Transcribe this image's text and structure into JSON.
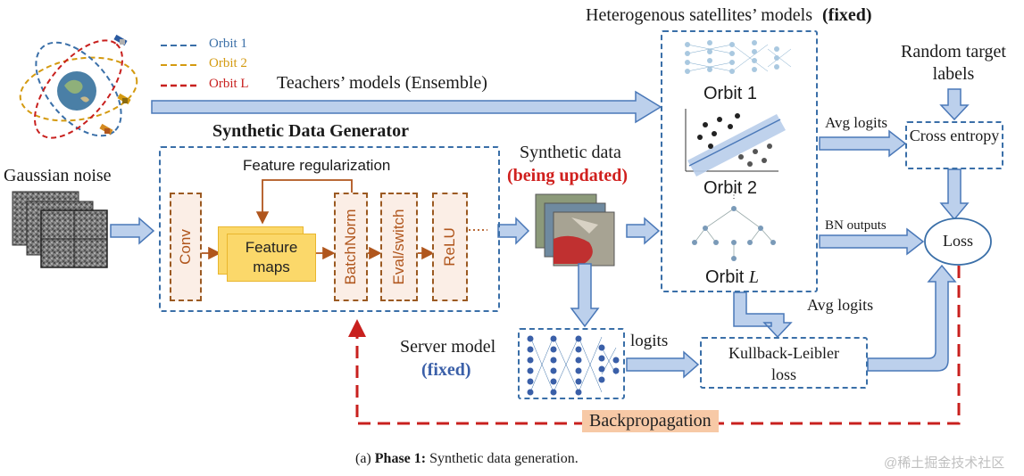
{
  "title_top": "Heterogenous satellites’ models",
  "title_top_fixed": "(fixed)",
  "random_target": "Random target labels",
  "legend": [
    {
      "label": "Orbit 1",
      "color": "#3a6fa8"
    },
    {
      "label": "Orbit 2",
      "color": "#d49a10"
    },
    {
      "label": "Orbit L",
      "color": "#c8201e"
    }
  ],
  "teachers": "Teachers’ models (Ensemble)",
  "generator_title": "Synthetic Data Generator",
  "gaussian": "Gaussian noise",
  "feature_reg": "Feature regularization",
  "layers": {
    "conv": "Conv",
    "feature_maps": "Feature maps",
    "batchnorm": "BatchNorm",
    "eval": "Eval/switch",
    "relu": "ReLU"
  },
  "synthetic_data": "Synthetic data",
  "being_updated": "(being updated)",
  "orbit1": "Orbit 1",
  "orbit2": "Orbit 2",
  "orbitL": "Orbit",
  "orbitL_italic": "L",
  "avg_logits_1": "Avg logits",
  "cross_entropy": "Cross entropy",
  "bn_outputs": "BN outputs",
  "loss": "Loss",
  "avg_logits_2": "Avg logits",
  "server_model": "Server model",
  "server_fixed": "(fixed)",
  "logits": "logits",
  "kl": "Kullback-Leibler loss",
  "backprop": "Backpropagation",
  "caption_prefix": "(a)",
  "caption_bold": "Phase 1:",
  "caption_rest": "Synthetic data generation.",
  "watermark": "@稀土掘金技术社区",
  "colors": {
    "arrow_fill": "#bcd0ec",
    "arrow_stroke": "#4a78b8",
    "dash_blue": "#3a6fa8",
    "brown": "#b0561d",
    "red": "#c8201e",
    "backprop_bg": "#f7c9a6",
    "accent_blue": "#3a5fa8"
  }
}
